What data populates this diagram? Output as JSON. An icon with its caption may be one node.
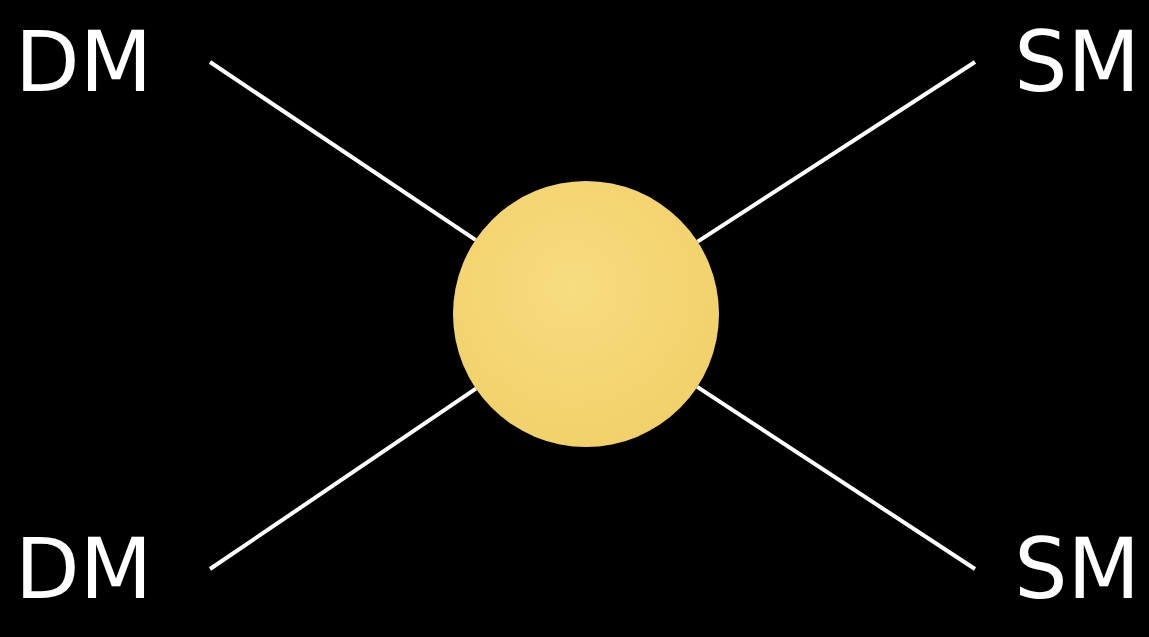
{
  "diagram": {
    "nodes": [
      {
        "text": [
          "DM"
        ]
      },
      {
        "text": [
          "SM"
        ]
      },
      {
        "text": [],
        "shape": "circle"
      },
      {
        "text": [
          "DM"
        ]
      },
      {
        "text": [
          "SM"
        ]
      }
    ],
    "edges": [
      {
        "from": 0,
        "to": 2,
        "arrow": "none"
      },
      {
        "from": 2,
        "to": 1,
        "arrow": "none"
      },
      {
        "from": 3,
        "to": 2,
        "arrow": "none"
      },
      {
        "from": 2,
        "to": 4,
        "arrow": "none"
      }
    ]
  }
}
